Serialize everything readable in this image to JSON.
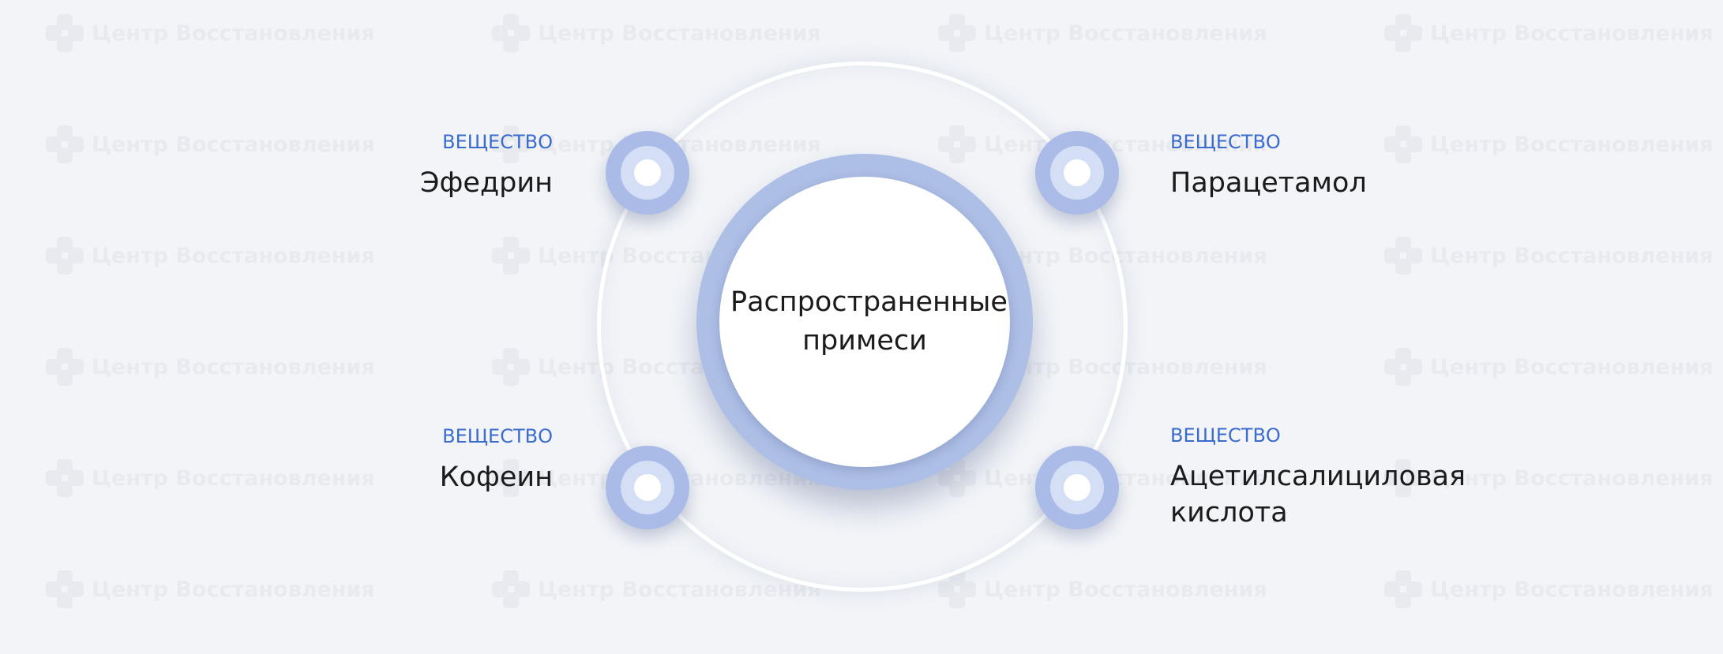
{
  "watermark": {
    "text": "Центр Восстановления"
  },
  "diagram": {
    "center_label": "Распространенные примеси",
    "items": [
      {
        "type": "ВЕЩЕСТВО",
        "name": "Эфедрин"
      },
      {
        "type": "ВЕЩЕСТВО",
        "name": "Парацетамол"
      },
      {
        "type": "ВЕЩЕСТВО",
        "name": "Кофеин"
      },
      {
        "type": "ВЕЩЕСТВО",
        "name": "Ацетилсалициловая кислота"
      }
    ]
  },
  "colors": {
    "background": "#f2f4f8",
    "accent": "#3a6ccf",
    "ring": "#aebfe6",
    "node_mid": "#d4dff6"
  }
}
